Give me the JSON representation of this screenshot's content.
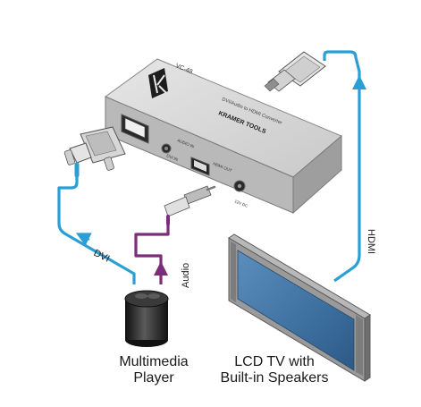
{
  "labels": {
    "dvi": "DVI",
    "audio": "Audio",
    "hdmi": "HDMI",
    "player_line1": "Multimedia",
    "player_line2": "Player",
    "tv_line1": "LCD TV with",
    "tv_line2": "Built-in Speakers"
  },
  "device": {
    "model": "VC-48",
    "brand_text": "KRAMER TOOLS",
    "description": "DVI/Audio to HDMI Converter",
    "port_label_dvi": "DVI IN",
    "port_label_audio": "AUDIO IN",
    "port_label_hdmi": "HDMI OUT",
    "port_label_power": "12V DC"
  },
  "colors": {
    "dvi_cable": "#2b9fd4",
    "hdmi_cable": "#2b9fd4",
    "audio_cable": "#7b2d7a",
    "device_body": "#c8c8c8",
    "tv_screen": "#3d6f9f",
    "tv_frame": "#8f8f8f",
    "player_body": "#1f1f1f"
  },
  "icons": [
    "kramer-logo-icon",
    "dvi-connector-icon",
    "hdmi-connector-icon",
    "audio-jack-icon",
    "multimedia-player-icon",
    "lcd-tv-icon"
  ]
}
